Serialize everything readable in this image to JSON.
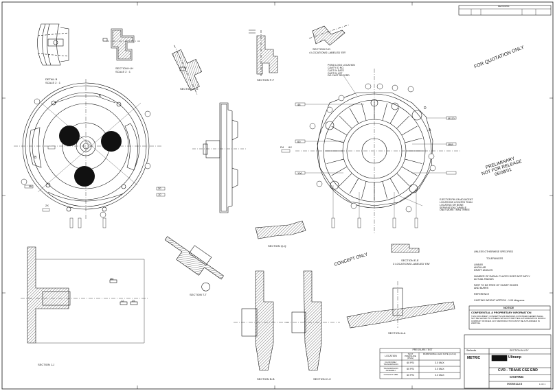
{
  "stamps": {
    "quotation": "FOR QUOTATION ONLY",
    "preliminary_line1": "PRELIMINARY",
    "preliminary_line2": "NOT FOR RELEASE",
    "preliminary_date": "06/08/01",
    "concept": "CONCEPT ONLY"
  },
  "views": {
    "detail_label": "DETAIL B",
    "detail_scale": "SCALE 2 : 1",
    "section_h": "SECTION H-H",
    "section_h_scale": "SCALE 2 : 1",
    "section_g": "SECTION G-G",
    "section_f": "SECTION F-F",
    "section_d": "SECTION D-D",
    "section_d_note": "4 LOCATIONS LABELED 'ER'",
    "section_q": "SECTION Q-Q",
    "section_e": "SECTION E-E",
    "section_e_note": "3 LOCATIONS LABELED 'EM'",
    "section_t": "SECTION T-T",
    "section_j": "SECTION J-J",
    "section_b": "SECTION B-B",
    "section_c": "SECTION C-C",
    "section_a": "SECTION A-A"
  },
  "callouts": {
    "pond_logo": [
      "POND LOGO LOCATION",
      "CAVITY ID NO.",
      "CAST IN DATE",
      "CAST IN LOT",
      "DO-CAST RECORD"
    ],
    "ejector_note": [
      "EJECTOR PIN ON ADJACENT",
      "LOCATIONS LOCATED THAN",
      "LOCATING OR BONE",
      "SEPARATION CAPABLE",
      "ONLY MORE THAN THREE"
    ],
    "datum_k": "K",
    "datum_d": "D",
    "datum_a": "A",
    "datum_b": "B"
  },
  "notes": {
    "unless": "UNLESS OTHERWISE SPECIFIED",
    "tolerances": "TOLERANCES",
    "linear": "LINEAR",
    "angular": "ANGULAR",
    "draft": "DRAFT ANGLES",
    "max_radius": "NUMBER OF RADIAL PLACES DOES NOT IMPLY",
    "max_radius2": "ACTUAL RADIUS",
    "part_free": "PART TO BE FREE OF SHARP EDGES",
    "part_free2": "AND BURRS",
    "reference": "REFERENCE",
    "casting_weight": "CASTING WEIGHT APPROX :  1.05 kilograms"
  },
  "notice": {
    "heading": "NOTICE",
    "title": "CONFIDENTIAL & PROPRIETARY INFORMATION",
    "body": "THIS DOCUMENT, CONCEPTS AND DESIGNS CONTAINED HEREIN SHALL NOT BE SHOWN TO OTHERS WITHOUT WRITTEN AUTHORIZATION FROM A COMPANY OFFICER. ANY REPRODUCTION MUST BE AUTHORIZED IN WRITING."
  },
  "table": {
    "title": "PRESSURE TEST",
    "headers": [
      "LOCATION",
      "TEST PRESSURE (PSIG)",
      "PERMISSIBLE LEAK RATE (cc/min)"
    ],
    "rows": [
      [
        "FLUID SIDE / TRANSMISSION",
        "60 PSI",
        "3.0 MAX"
      ],
      [
        "TRANSMISSION ASSEMBLY",
        "60 PSI",
        "3.0 MAX"
      ],
      [
        "COOLANT SIDE",
        "60 PSI",
        "3.0 MAX"
      ]
    ]
  },
  "title_block": {
    "material": "SECTION ALLOY",
    "metric": "METRIC",
    "title_line1": "CVR - TRANS CSE END",
    "title_line2": "CASTING",
    "drawing_no": "000581123",
    "logo": "Ultramp",
    "company_small": "Stellantis",
    "sheet": "1 OF 1"
  },
  "revision_header": "REVISIONS",
  "dimension_tags": [
    "Ø4",
    "2X",
    "R4",
    "6X",
    "Ø8",
    "12",
    "25",
    "30",
    "10",
    "48",
    "60",
    "100",
    "Ø120",
    "Ø88"
  ]
}
